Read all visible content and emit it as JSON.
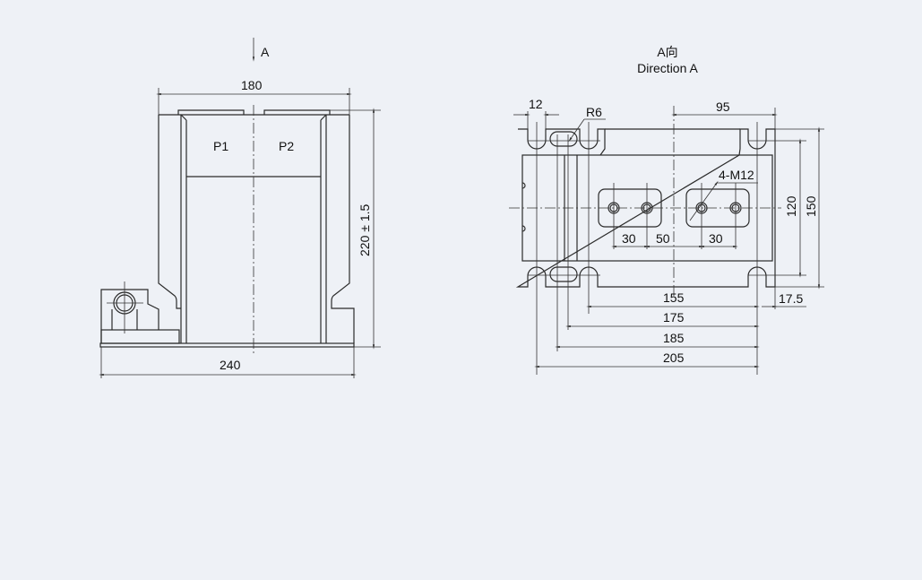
{
  "side_view": {
    "view_arrow_label": "A",
    "terminal_labels": [
      "P1",
      "P2"
    ],
    "dimensions": {
      "width": "180",
      "height": "220 ± 1.5",
      "base": "240"
    }
  },
  "direction_view": {
    "title_cn": "A向",
    "title_en": "Direction A",
    "dimensions": {
      "slot": "12",
      "radius": "R6",
      "offset": "95",
      "thread": "4-M12",
      "hole_a": "30",
      "hole_gap": "50",
      "hole_b": "30",
      "inner_height": "120",
      "outer_height": "150",
      "d155": "155",
      "d175": "175",
      "d185": "185",
      "d205": "205",
      "d17_5": "17.5"
    }
  }
}
